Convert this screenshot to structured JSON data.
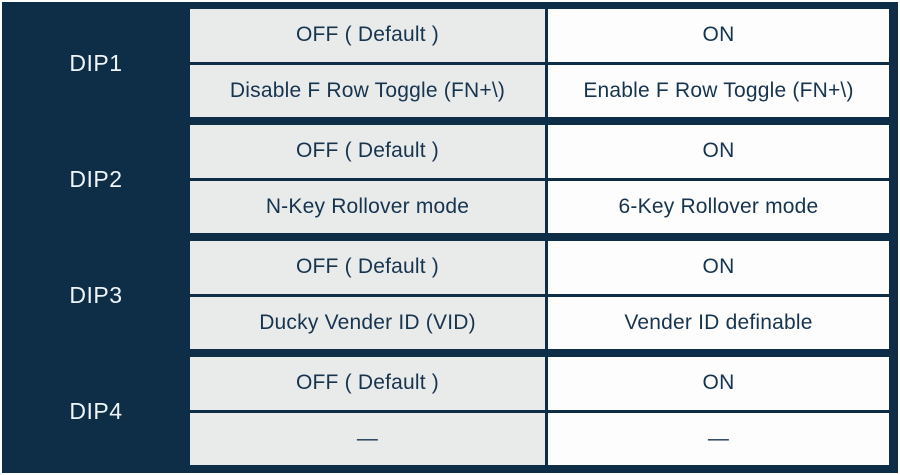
{
  "table": {
    "colors": {
      "navy": "#0e2d47",
      "cell_gray": "#e9eaea",
      "cell_white": "#fdfdfd",
      "cell_text": "#17344f",
      "label_text": "#eef5f9"
    },
    "groups": [
      {
        "label": "DIP1",
        "off_state": "OFF ( Default )",
        "on_state": "ON",
        "off_function": "Disable F Row Toggle (FN+\\)",
        "on_function": "Enable F Row Toggle (FN+\\)"
      },
      {
        "label": "DIP2",
        "off_state": "OFF ( Default )",
        "on_state": "ON",
        "off_function": "N-Key Rollover mode",
        "on_function": "6-Key Rollover mode"
      },
      {
        "label": "DIP3",
        "off_state": "OFF ( Default )",
        "on_state": "ON",
        "off_function": "Ducky Vender ID (VID)",
        "on_function": "Vender ID definable"
      },
      {
        "label": "DIP4",
        "off_state": "OFF ( Default )",
        "on_state": "ON",
        "off_function": "—",
        "on_function": "—"
      }
    ]
  }
}
